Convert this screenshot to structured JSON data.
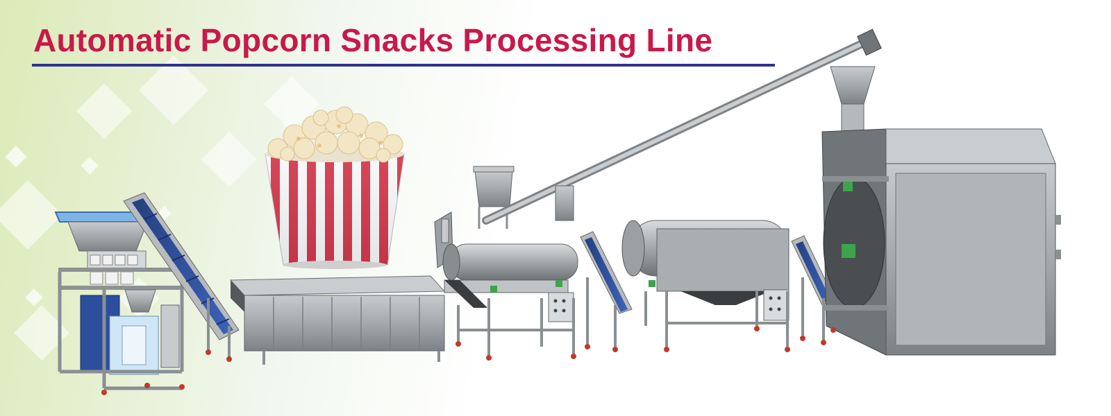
{
  "header": {
    "title": "Automatic Popcorn Snacks Processing Line",
    "title_color": "#c8194a",
    "underline_color": "#2e3190"
  },
  "illustration": {
    "items": [
      "popcorn-bucket",
      "weighing-packing-machine",
      "incline-conveyor",
      "cooling-conveyor",
      "seasoning-drum",
      "screw-feeder",
      "mixing-drum",
      "popping-machine"
    ],
    "colors": {
      "steel": "#9ea3a6",
      "steel_dark": "#6f7579",
      "conveyor_belt": "#2f4e9f",
      "bucket_red": "#d7263d",
      "popcorn": "#f3e6c4"
    }
  }
}
